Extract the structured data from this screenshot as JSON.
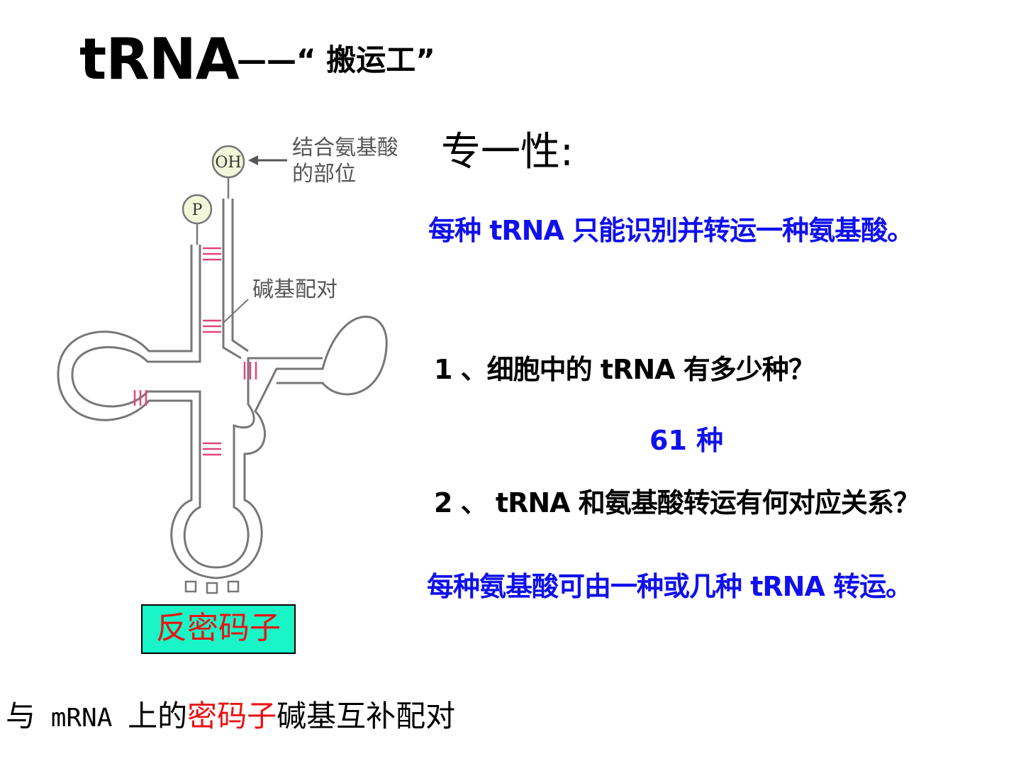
{
  "title": {
    "main": "tRNA",
    "sub": "——“ 搬运工”"
  },
  "diagram": {
    "oh_label": "OH",
    "p_label": "P",
    "amino_site_label_line1": "结合氨基酸",
    "amino_site_label_line2": "的部位",
    "base_pair_label": "碱基配对",
    "anticodon_label": "反密码子"
  },
  "content": {
    "specificity_heading": "专一性:",
    "specificity_desc": "每种 tRNA 只能识别并转运一种氨基酸。",
    "q1": "1 、细胞中的 tRNA 有多少种？",
    "a1": "61 种",
    "q2": "2 、 tRNA 和氨基酸转运有何对应关系？",
    "a2": "每种氨基酸可由一种或几种 tRNA 转运。"
  },
  "bottom": {
    "part1": "与",
    "mrna": " mRNA ",
    "part2": "上的",
    "codon": "密码子",
    "part3": "碱基互补配对"
  },
  "colors": {
    "blue_text": "#1010ee",
    "red_text": "#e81414",
    "anticodon_box": "#19f5c6",
    "base_pair_marks": "#e0457a"
  }
}
